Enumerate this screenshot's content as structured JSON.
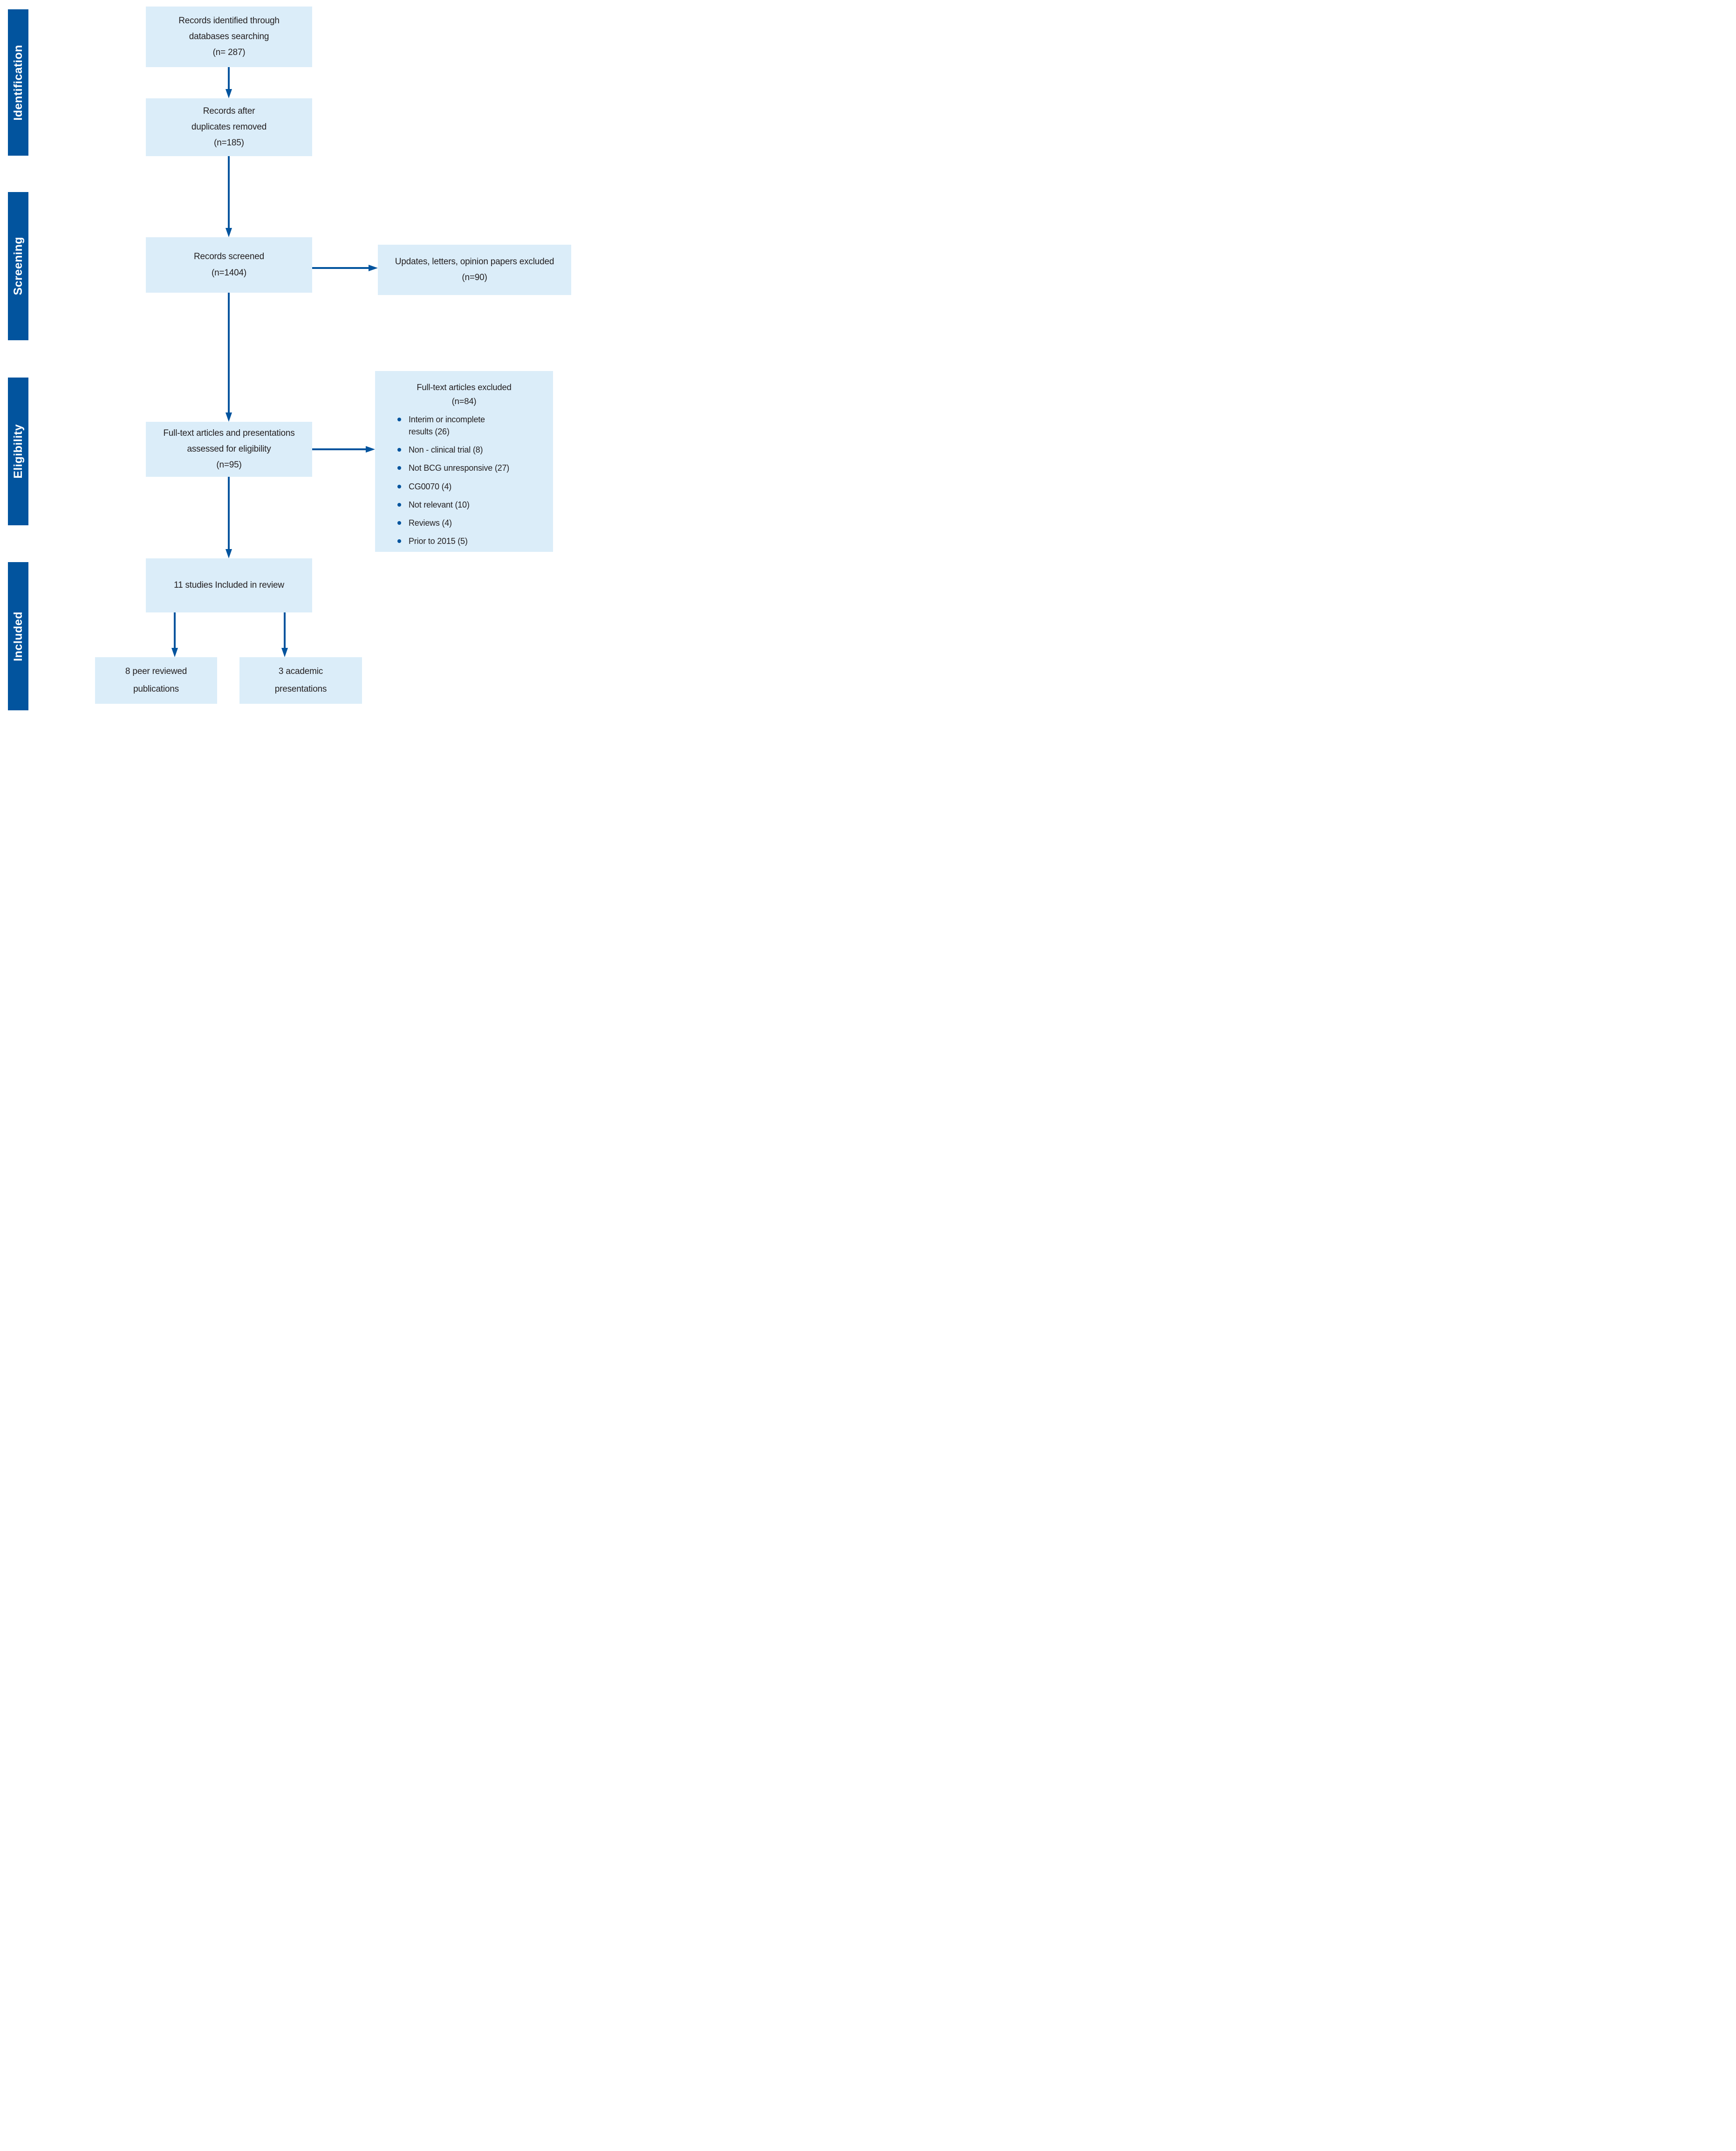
{
  "colors": {
    "accent_blue": "#02549E",
    "box_fill": "#DBEDF9",
    "text_dark": "#231F20"
  },
  "sidebar": {
    "stages": [
      "Identification",
      "Screening",
      "Eligibility",
      "Included"
    ]
  },
  "flow": {
    "identified": "Records identified through\ndatabases searching\n(n= 287)",
    "deduplicated": "Records after\nduplicates removed\n(n=185)",
    "screened": "Records screened\n(n=1404)",
    "fulltext_assessed": "Full-text articles and presentations\nassessed for eligibility\n(n=95)",
    "included_review": "11 studies Included in review",
    "peer_reviewed": "8 peer reviewed\npublications",
    "academic": "3 academic\npresentations"
  },
  "exclusions": {
    "screening_excluded": "Updates, letters, opinion papers excluded\n(n=90)",
    "fulltext_excluded_title": "Full-text articles excluded\n(n=84)",
    "fulltext_excluded_reasons": [
      "Interim or incomplete\nresults (26)",
      "Non - clinical trial (8)",
      "Not BCG unresponsive (27)",
      "CG0070 (4)",
      "Not relevant (10)",
      "Reviews (4)",
      "Prior to 2015 (5)"
    ]
  }
}
